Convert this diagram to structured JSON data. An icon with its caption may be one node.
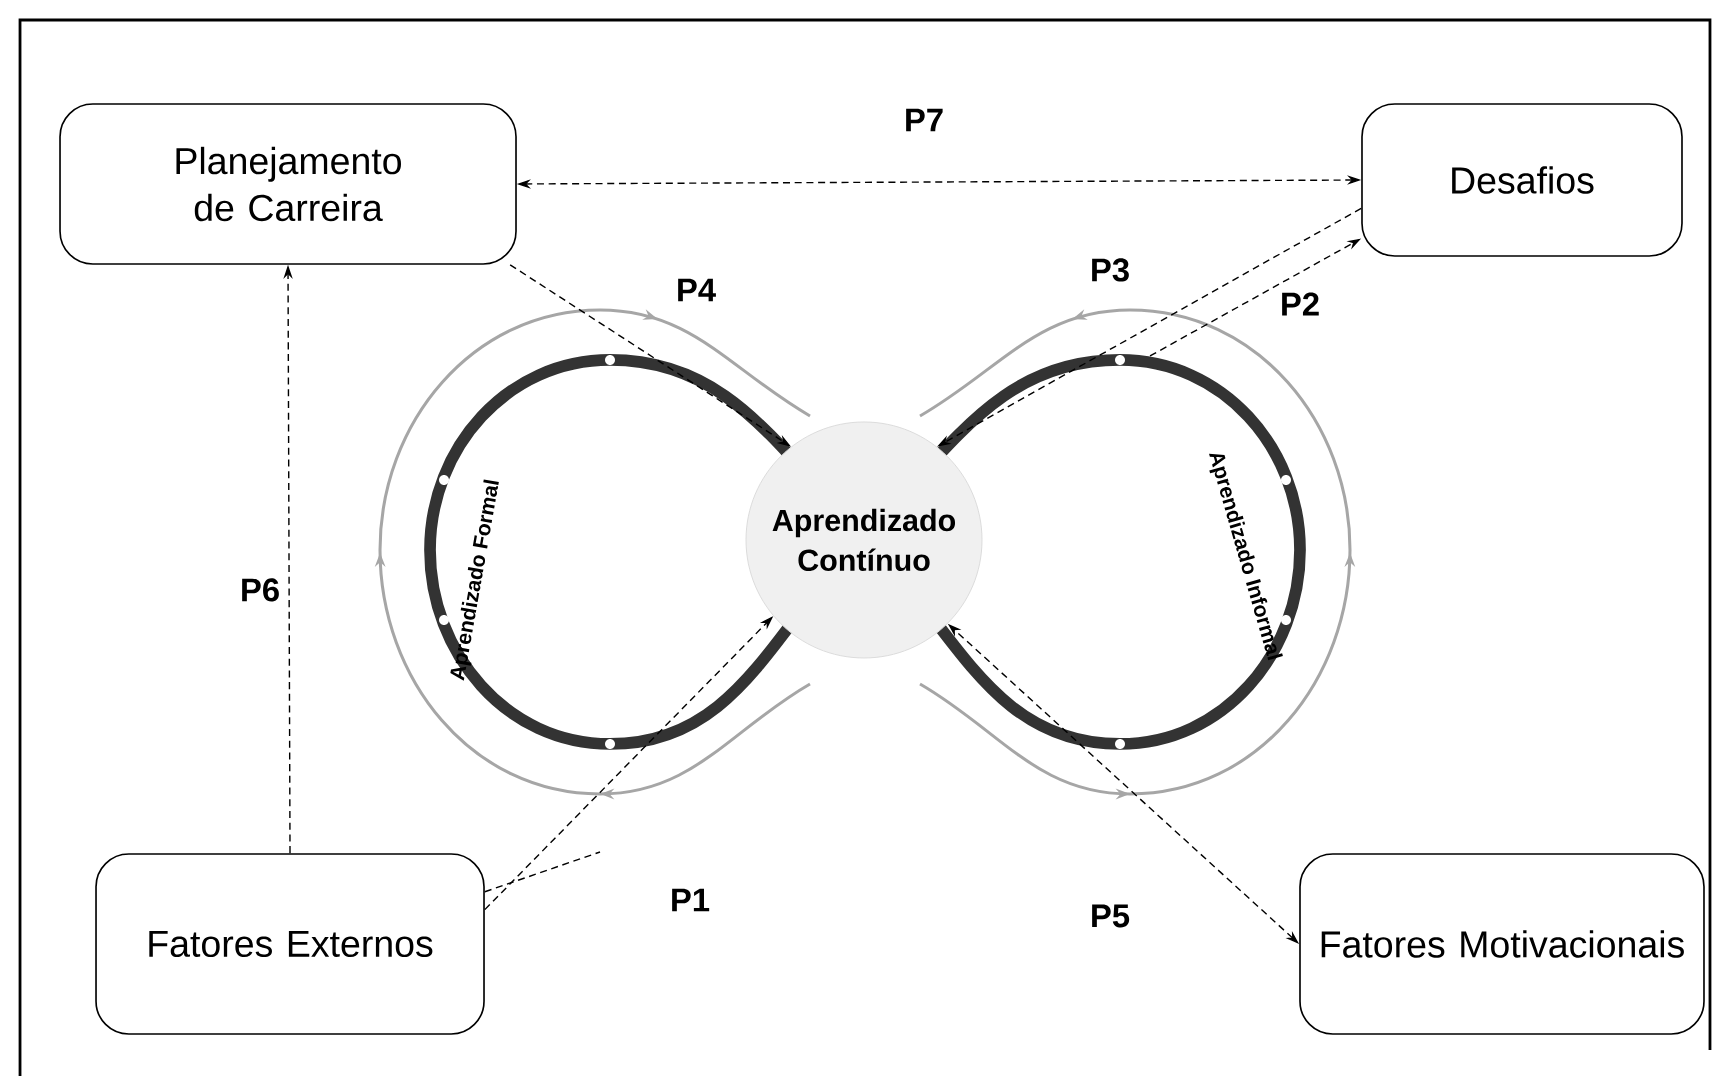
{
  "diagram": {
    "nodes": [
      {
        "text": [
          "Planejamento de Carreira"
        ]
      },
      {
        "text": [
          "Desafios"
        ]
      },
      {
        "text": [
          "Aprendizado Contínuo"
        ]
      },
      {
        "text": [
          "Fatores Externos"
        ]
      },
      {
        "text": [
          "Fatores Motivacionais"
        ]
      }
    ],
    "edges": [
      {
        "from": 1,
        "to": 0,
        "arrow": "both",
        "label": "P7"
      },
      {
        "from": 0,
        "to": 2,
        "arrow": "to",
        "label": "P4"
      },
      {
        "from": 1,
        "to": 2,
        "arrow": "to",
        "label": "P3"
      },
      {
        "from": null,
        "to": 1,
        "arrow": "to",
        "label": "P2"
      },
      {
        "from": 3,
        "to": 0,
        "arrow": "to",
        "label": "P6"
      },
      {
        "from": 3,
        "to": 2,
        "arrow": "to",
        "label": "P1"
      },
      {
        "from": 3,
        "to": null,
        "arrow": "none"
      },
      {
        "from": 4,
        "to": 2,
        "arrow": "both",
        "label": "P5"
      }
    ],
    "labels": [
      "Aprendizado Formal",
      "Aprendizado Informal"
    ]
  }
}
